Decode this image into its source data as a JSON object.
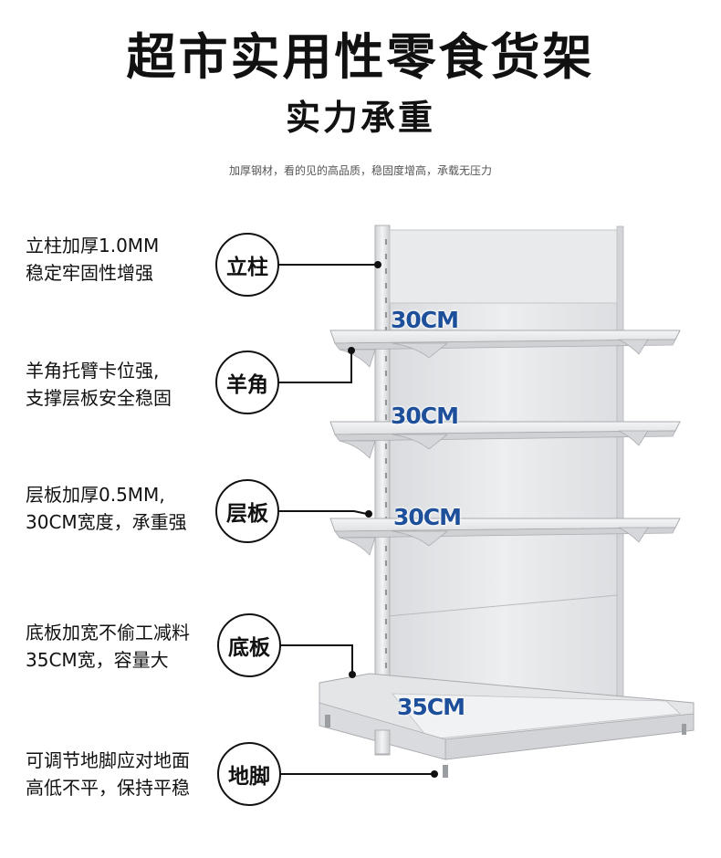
{
  "header": {
    "title": "超市实用性零食货架",
    "subtitle": "实力承重",
    "tagline": "加厚钢材，看的见的高品质，稳固度增高，承载无压力"
  },
  "features": [
    {
      "badge": "立柱",
      "line1": "立柱加厚1.0MM",
      "line2": "稳定牢固性增强"
    },
    {
      "badge": "羊角",
      "line1": "羊角托臂卡位强,",
      "line2": "支撑层板安全稳固"
    },
    {
      "badge": "层板",
      "line1": "层板加厚0.5MM,",
      "line2": "30CM宽度，承重强"
    },
    {
      "badge": "底板",
      "line1": "底板加宽不偷工减料",
      "line2": "35CM宽，容量大"
    },
    {
      "badge": "地脚",
      "line1": "可调节地脚应对地面",
      "line2": "高低不平，保持平稳"
    }
  ],
  "dimensions": [
    "30CM",
    "30CM",
    "30CM",
    "35CM"
  ],
  "colors": {
    "text": "#111111",
    "dimension": "#1e4f9a",
    "shelf": "#e6e7e9"
  }
}
